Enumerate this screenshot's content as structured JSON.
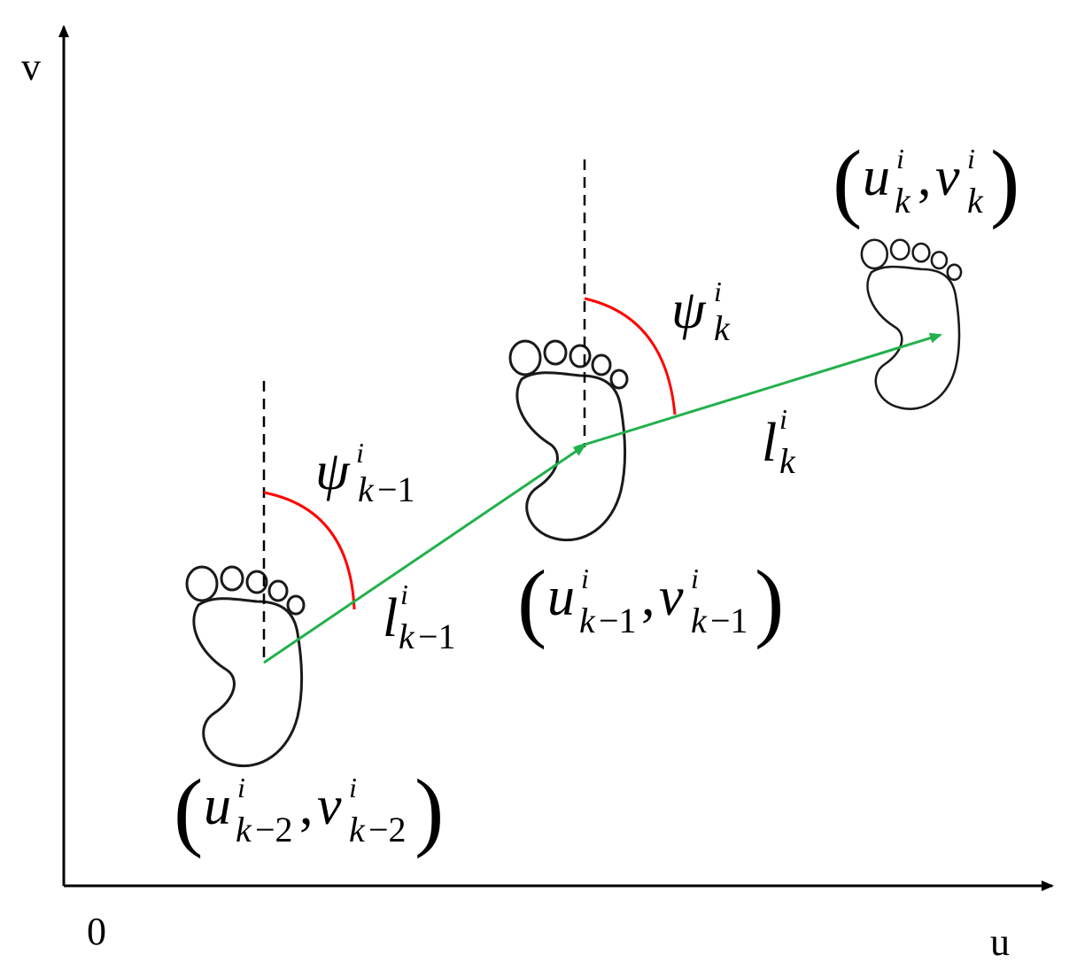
{
  "axes": {
    "x_label": "u",
    "y_label": "v",
    "origin_label": "0"
  },
  "footprints": [
    {
      "name": "footprint-k-2",
      "coord": {
        "u": "u",
        "v": "v",
        "sup": "i",
        "sub_var": "k",
        "sub_op": "−2"
      }
    },
    {
      "name": "footprint-k-1",
      "coord": {
        "u": "u",
        "v": "v",
        "sup": "i",
        "sub_var": "k",
        "sub_op": "−1"
      }
    },
    {
      "name": "footprint-k",
      "coord": {
        "u": "u",
        "v": "v",
        "sup": "i",
        "sub_var": "k",
        "sub_op": ""
      }
    }
  ],
  "angles": [
    {
      "symbol": "ψ",
      "sup": "i",
      "sub_var": "k",
      "sub_op": "−1"
    },
    {
      "symbol": "ψ",
      "sup": "i",
      "sub_var": "k",
      "sub_op": ""
    }
  ],
  "step_lengths": [
    {
      "symbol": "l",
      "sup": "i",
      "sub_var": "k",
      "sub_op": "−1"
    },
    {
      "symbol": "l",
      "sup": "i",
      "sub_var": "k",
      "sub_op": ""
    }
  ],
  "colors": {
    "axis": "#000000",
    "step_vector": "#22b14c",
    "heading_arc": "#ff0000",
    "reference_line": "#000000",
    "footprint": "#1a1a1a"
  },
  "parens": {
    "open": "(",
    "close": ")",
    "comma": ","
  }
}
